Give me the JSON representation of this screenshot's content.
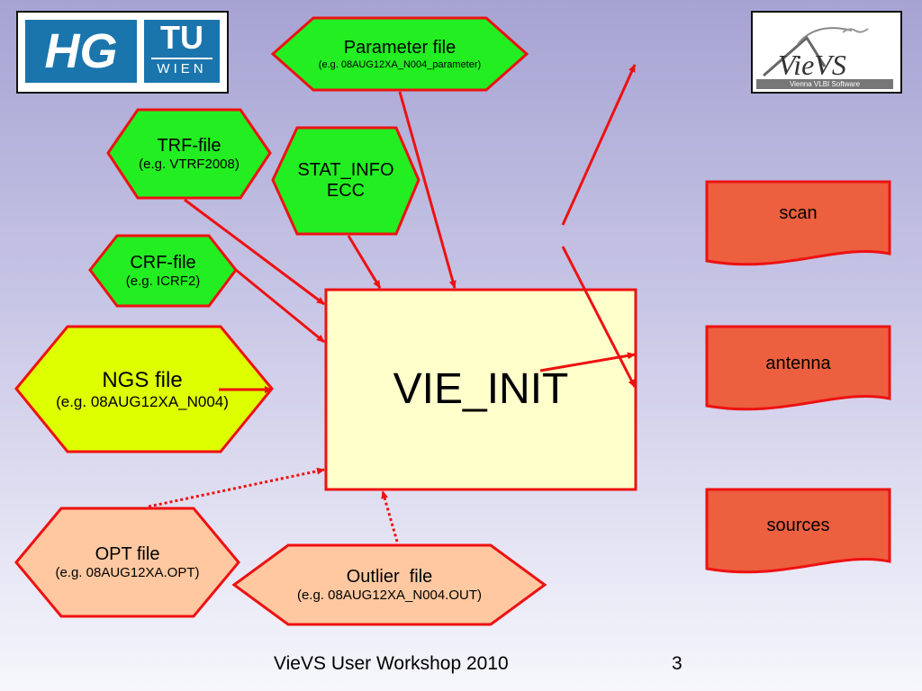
{
  "logos": {
    "hg_text": "HG",
    "tu_text": "TU",
    "wien_text": "WIEN",
    "vievs_text": "VieVS",
    "vievs_sub": "Vienna VLBI Software"
  },
  "inputs": {
    "parameter": {
      "title": "Parameter file",
      "example": "(e.g. 08AUG12XA_N004_parameter)"
    },
    "trf": {
      "title": "TRF-file",
      "example": "(e.g. VTRF2008)"
    },
    "stat_info": {
      "line1": "STAT_INFO",
      "line2": "ECC"
    },
    "crf": {
      "title": "CRF-file",
      "example": "(e.g. ICRF2)"
    },
    "ngs": {
      "title": "NGS file",
      "example": "(e.g. 08AUG12XA_N004)"
    },
    "opt": {
      "title": "OPT file",
      "example": "(e.g. 08AUG12XA.OPT)"
    },
    "outlier": {
      "title": "Outlier  file",
      "example": "(e.g. 08AUG12XA_N004.OUT)"
    }
  },
  "center": {
    "label": "VIE_INIT"
  },
  "outputs": [
    {
      "label": "scan"
    },
    {
      "label": "antenna"
    },
    {
      "label": "sources"
    }
  ],
  "colors": {
    "green": "#22ee22",
    "yellow": "#ddff00",
    "peach": "#ffc8a0",
    "orange": "#ec5f3f",
    "center_fill": "#ffffcc",
    "border": "#ee1111"
  },
  "footer": {
    "text": "VieVS User Workshop 2010",
    "page": "3"
  }
}
